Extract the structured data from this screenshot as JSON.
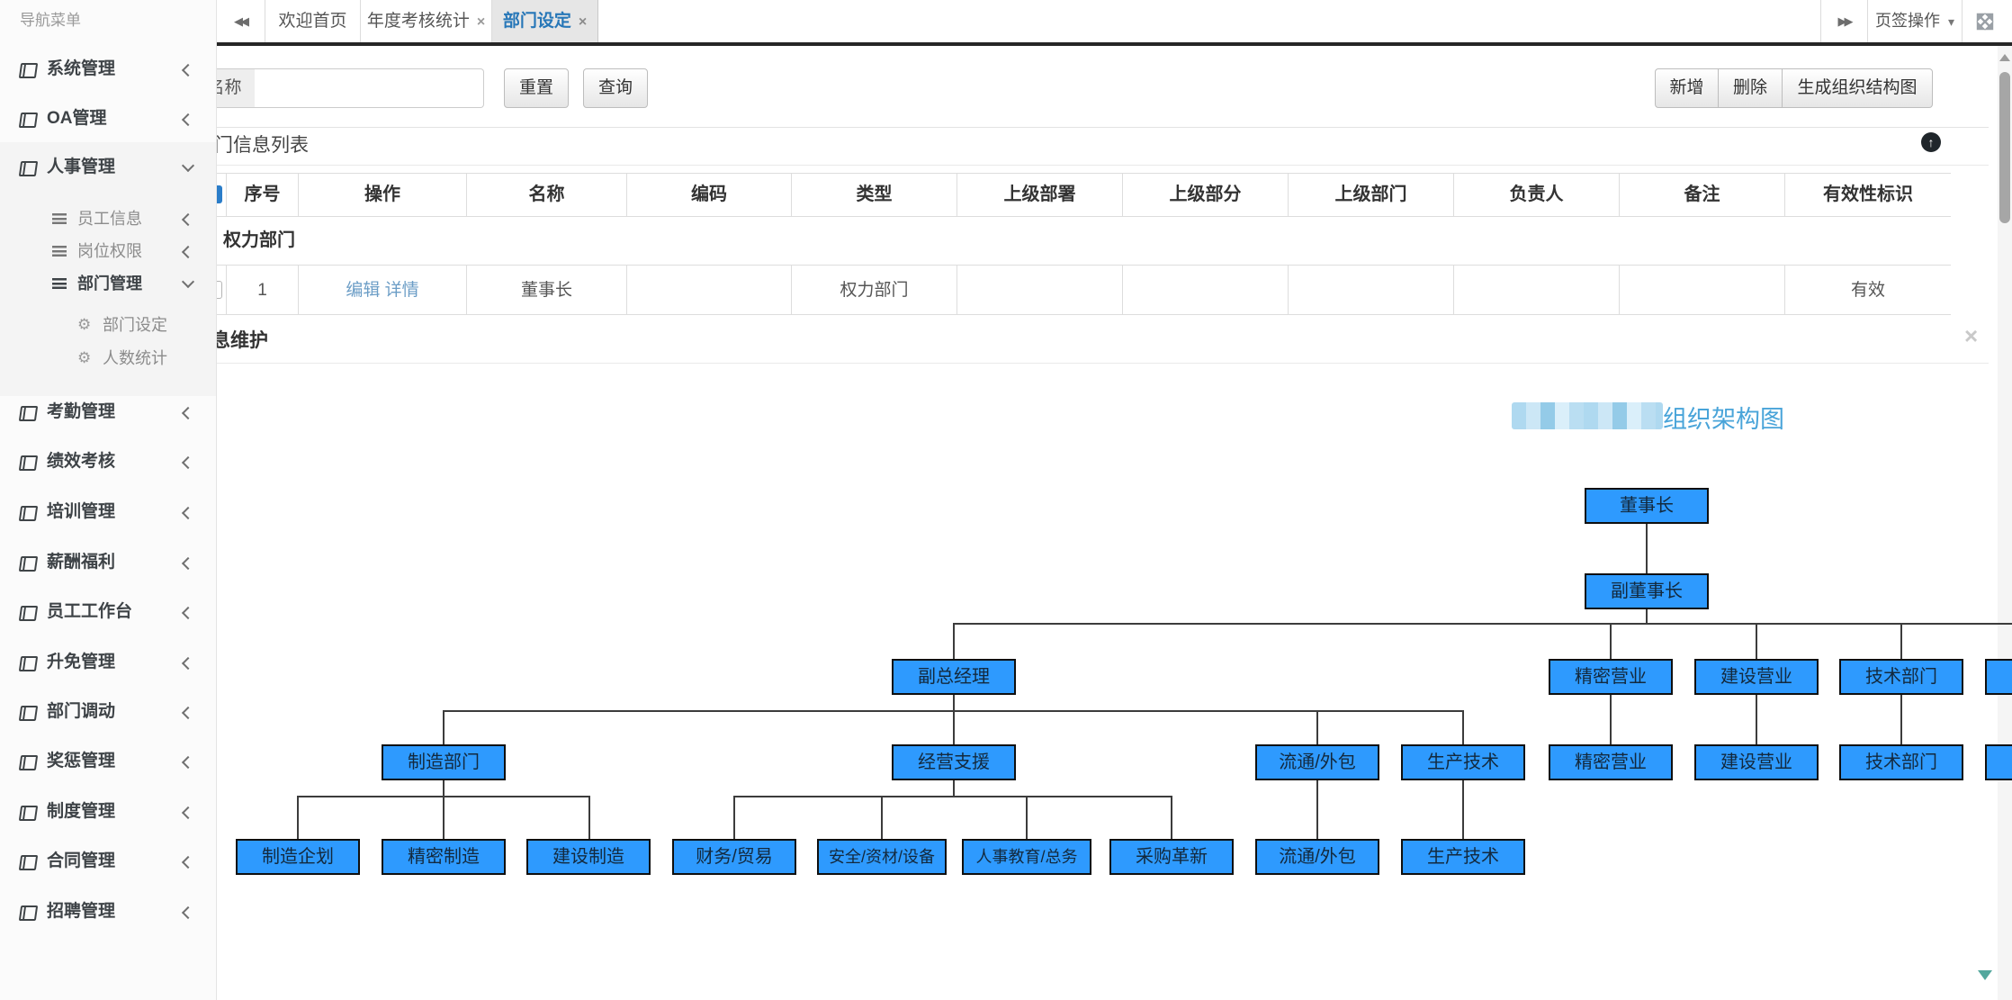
{
  "icons": {
    "rewind": "◀◀",
    "forward": "▶▶",
    "close": "×",
    "caret": "▾",
    "up_arrow": "↑",
    "check": "✓",
    "gear": "⚙"
  },
  "sidebar": {
    "header": "导航菜单",
    "menu": [
      {
        "label": "系统管理"
      },
      {
        "label": "OA管理"
      },
      {
        "label": "人事管理"
      },
      {
        "label": "考勤管理"
      },
      {
        "label": "绩效考核"
      },
      {
        "label": "培训管理"
      },
      {
        "label": "薪酬福利"
      },
      {
        "label": "员工工作台"
      },
      {
        "label": "升免管理"
      },
      {
        "label": "部门调动"
      },
      {
        "label": "奖惩管理"
      },
      {
        "label": "制度管理"
      },
      {
        "label": "合同管理"
      },
      {
        "label": "招聘管理"
      }
    ],
    "submenu": [
      {
        "label": "员工信息"
      },
      {
        "label": "岗位权限"
      },
      {
        "label": "部门管理"
      }
    ],
    "subsubmenu": [
      {
        "label": "部门设定"
      },
      {
        "label": "人数统计"
      }
    ]
  },
  "tabbar": {
    "tabs": [
      {
        "label": "欢迎首页"
      },
      {
        "label": "年度考核统计"
      },
      {
        "label": "部门设定"
      }
    ],
    "page_ops_label": "页签操作"
  },
  "toolbar": {
    "name_label": "名称",
    "input_value": "",
    "reset_label": "重置",
    "query_label": "查询",
    "add_label": "新增",
    "delete_label": "删除",
    "gen_org_label": "生成组织结构图"
  },
  "list_panel": {
    "title": "部门信息列表",
    "columns": [
      "序号",
      "操作",
      "名称",
      "编码",
      "类型",
      "上级部署",
      "上级部分",
      "上级部门",
      "负责人",
      "备注",
      "有效性标识"
    ],
    "group_label": "权力部门",
    "row": {
      "seq": "1",
      "edit": "编辑",
      "detail": "详情",
      "name": "董事长",
      "code": "",
      "type": "权力部门",
      "valid": "有效"
    }
  },
  "detail_panel": {
    "title": "部门信息维护",
    "org_title_suffix": "组织架构图"
  },
  "org": {
    "root": "董事长",
    "vice": "副董事长",
    "row2": [
      "副总经理",
      "精密营业",
      "建设营业",
      "技术部门"
    ],
    "row3": [
      "制造部门",
      "经营支援",
      "流通/外包",
      "生产技术",
      "精密营业",
      "建设营业",
      "技术部门"
    ],
    "row4": [
      "制造企划",
      "精密制造",
      "建设制造",
      "财务/贸易",
      "安全/资材/设备",
      "人事教育/总务",
      "采购革新",
      "流通/外包",
      "生产技术"
    ],
    "accent_box_color": "#2e9afe",
    "title_color": "#49a4d9"
  }
}
